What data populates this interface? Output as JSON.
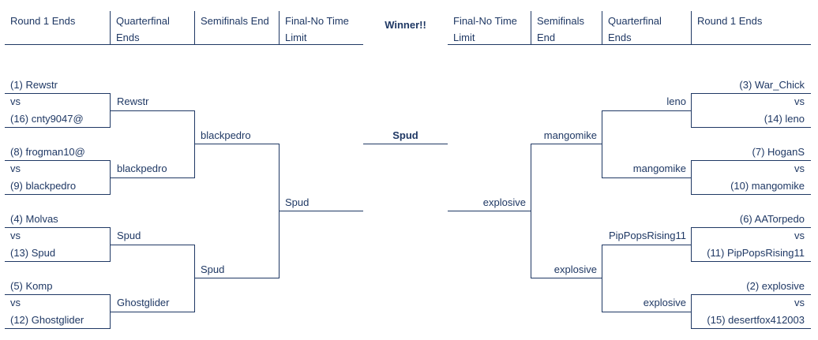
{
  "headers": {
    "left": [
      "Round 1 Ends",
      "Quarterfinal Ends",
      "Semifinals End",
      "Final-No Time Limit"
    ],
    "winner": "Winner!!",
    "right": [
      "Final-No Time Limit",
      "Semifinals End",
      "Quarterfinal Ends",
      "Round 1 Ends"
    ]
  },
  "vs": "vs",
  "left": {
    "round1": [
      {
        "top": "(1) Rewstr",
        "bottom": "(16) cnty9047@"
      },
      {
        "top": "(8) frogman10@",
        "bottom": "(9) blackpedro"
      },
      {
        "top": "(4) Molvas",
        "bottom": "(13) Spud"
      },
      {
        "top": "(5) Komp",
        "bottom": "(12) Ghostglider"
      }
    ],
    "quarterfinals": [
      "Rewstr",
      "blackpedro",
      "Spud",
      "Ghostglider"
    ],
    "semifinals": [
      "blackpedro",
      "Spud"
    ],
    "final": "Spud"
  },
  "winner": "Spud",
  "right": {
    "round1": [
      {
        "top": "(3) War_Chick",
        "bottom": "(14) leno"
      },
      {
        "top": "(7) HoganS",
        "bottom": "(10) mangomike"
      },
      {
        "top": "(6) AATorpedo",
        "bottom": "(11) PipPopsRising11"
      },
      {
        "top": "(2) explosive",
        "bottom": "(15) desertfox412003"
      }
    ],
    "quarterfinals": [
      "leno",
      "mangomike",
      "PipPopsRising11",
      "explosive"
    ],
    "semifinals": [
      "mangomike",
      "explosive"
    ],
    "final": "explosive"
  }
}
